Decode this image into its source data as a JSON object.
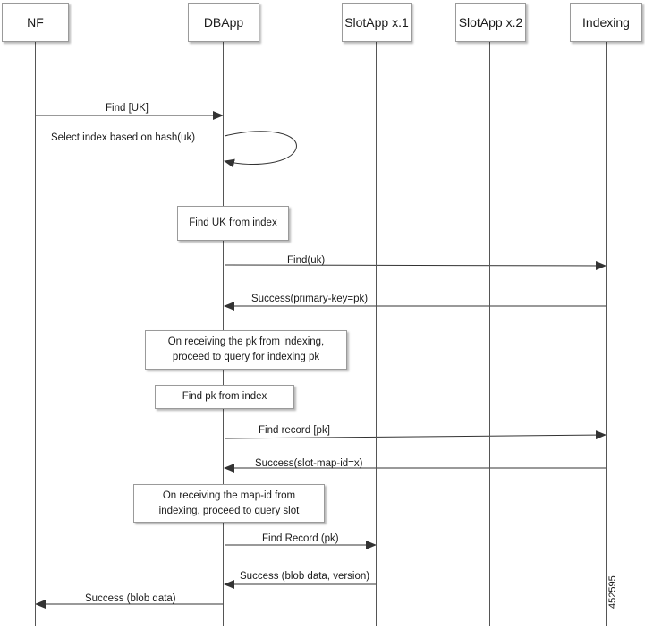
{
  "participants": {
    "nf": "NF",
    "dbapp": "DBApp",
    "slotapp1": "SlotApp x.1",
    "slotapp2": "SlotApp x.2",
    "indexing": "Indexing"
  },
  "messages": {
    "find_uk": "Find [UK]",
    "select_index": "Select index based on hash(uk)",
    "find_uk_index": "Find(uk)",
    "success_pk": "Success(primary-key=pk)",
    "find_record_pk_index": "Find record  [pk]",
    "success_slot_map": "Success(slot-map-id=x)",
    "find_record_slot": "Find Record (pk)",
    "success_blob_version": "Success (blob data, version)",
    "success_blob": "Success (blob data)"
  },
  "notes": {
    "find_uk_from_index": "Find UK from index",
    "on_receiving_pk": "On receiving the pk from indexing,\nproceed to query for indexing pk",
    "find_pk_from_index": "Find pk from index",
    "on_receiving_map_id": "On receiving the map-id from\nindexing, proceed to query slot"
  },
  "figure_id": "452595"
}
